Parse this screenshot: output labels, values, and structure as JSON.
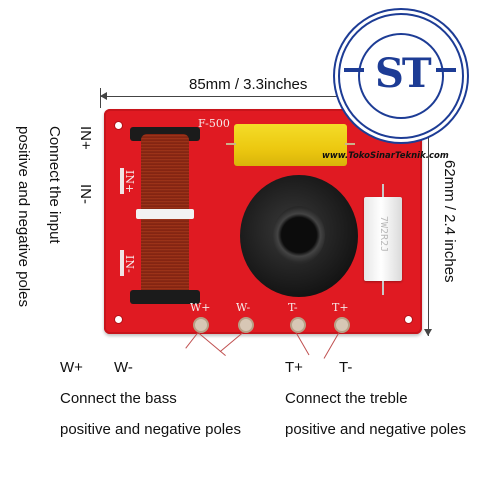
{
  "dimensions": {
    "width_label": "85mm / 3.3inches",
    "height_label": "62mm / 2.4 inches"
  },
  "board": {
    "model": "F-500",
    "silk_in_plus": "IN+",
    "silk_in_minus": "IN-",
    "pads": [
      "W+",
      "W-",
      "T-",
      "T+"
    ],
    "resistor_text": "7W2R2J"
  },
  "left_labels": {
    "in_plus": "IN+",
    "in_minus": "IN-",
    "line1": "Connect the input",
    "line2": "positive and negative poles"
  },
  "bass": {
    "plus": "W+",
    "minus": "W-",
    "line1": "Connect the bass",
    "line2": "positive and negative poles"
  },
  "treble": {
    "plus": "T+",
    "minus": "T-",
    "line1": "Connect the treble",
    "line2": "positive and negative poles"
  },
  "watermark": {
    "letters": "ST",
    "url": "www.TokoSinarTeknik.com"
  },
  "colors": {
    "pcb": "#e01a22",
    "capacitor_yellow": "#ecc810",
    "logo_blue": "#1d3c95"
  }
}
